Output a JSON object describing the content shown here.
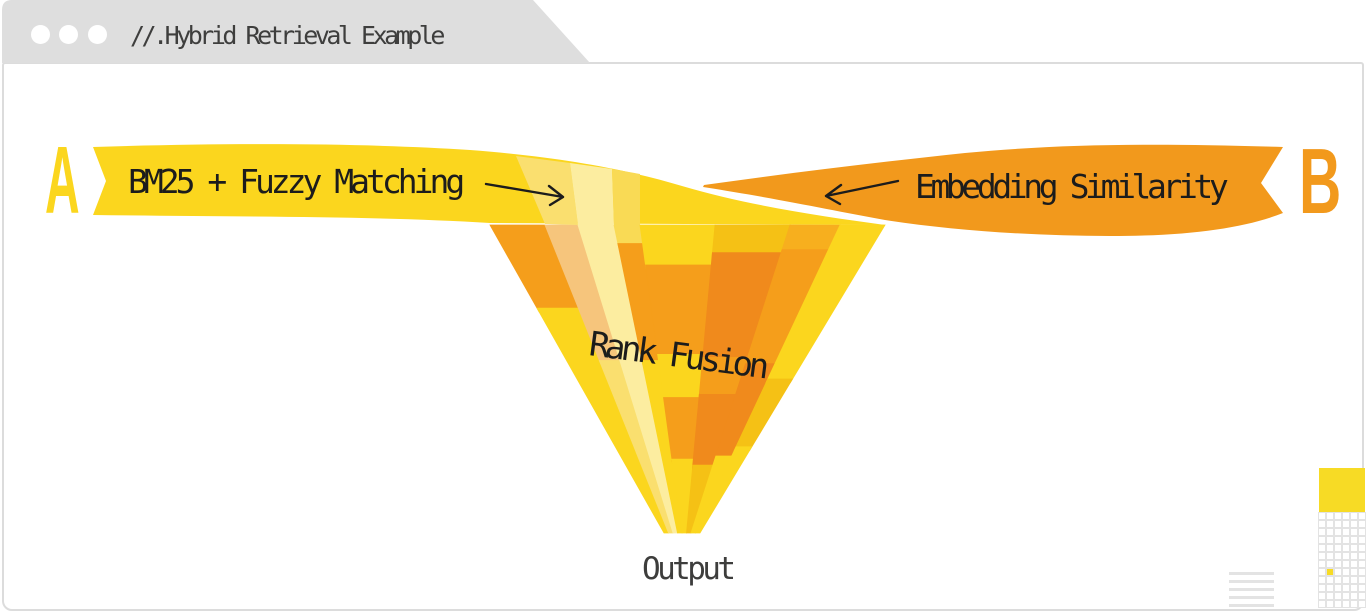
{
  "tab": {
    "title": "//.Hybrid Retrieval Example",
    "dots": 3
  },
  "labels": {
    "source_a_letter": "A",
    "source_b_letter": "B",
    "source_a": "BM25 + Fuzzy Matching",
    "source_b": "Embedding Similarity",
    "fusion": "Rank Fusion",
    "output": "Output"
  },
  "colors": {
    "yellow": "#FBD61E",
    "golden": "#F5C115",
    "light_yellow": "#FADF6F",
    "light_yellow_2": "#F9DA55",
    "cream": "#FCEDA0",
    "peach": "#F6C57C",
    "orange": "#F59E1B",
    "deep_orange": "#F08A1C",
    "mid_orange": "#F7AF1E",
    "ribbon_yellow": "#FBD61E",
    "ribbon_orange": "#F2991C",
    "ink": "#1C1C1C",
    "title_ink": "#3E3E3D",
    "tab_bg": "#DEDEDE",
    "window_border": "#DCDCDC",
    "decor_gray": "#E3E3E3",
    "decor_yellow": "#F7DB25"
  },
  "funnel": {
    "columns": [
      [
        [
          "orange",
          0,
          0.27
        ],
        [
          "yellow",
          0.27,
          1
        ]
      ],
      [
        [
          "peach",
          0,
          0.44
        ],
        [
          "light_yellow",
          0.44,
          1
        ]
      ],
      [
        [
          "cream",
          0,
          1
        ]
      ],
      [
        [
          "light_yellow_2",
          0,
          0.06
        ],
        [
          "orange",
          0.06,
          0.44
        ],
        [
          "yellow",
          0.44,
          1
        ]
      ],
      [
        [
          "yellow",
          0,
          0.13
        ],
        [
          "orange",
          0.13,
          0.42
        ],
        [
          "yellow",
          0.42,
          0.56
        ],
        [
          "orange",
          0.56,
          0.76
        ],
        [
          "yellow",
          0.76,
          1
        ]
      ],
      [
        [
          "golden",
          0,
          0.09
        ],
        [
          "deep_orange",
          0.09,
          0.43
        ],
        [
          "orange",
          0.43,
          0.55
        ],
        [
          "deep_orange",
          0.55,
          0.78
        ],
        [
          "golden",
          0.78,
          1
        ]
      ],
      [
        [
          "mid_orange",
          0,
          0.08
        ],
        [
          "orange",
          0.08,
          0.45
        ],
        [
          "deep_orange",
          0.45,
          0.75
        ],
        [
          "yellow",
          0.75,
          1
        ]
      ],
      [
        [
          "yellow",
          0,
          0.5
        ],
        [
          "golden",
          0.5,
          0.72
        ],
        [
          "yellow",
          0.72,
          1
        ]
      ]
    ]
  },
  "decor": {
    "placeholder_lines": 5,
    "grid": {
      "cols": 6,
      "rows": 12,
      "highlight_col": 2,
      "highlight_row": 8
    }
  }
}
